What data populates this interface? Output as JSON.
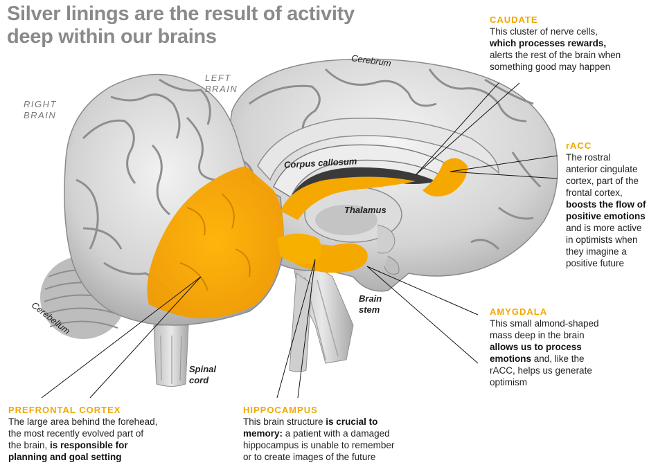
{
  "title": {
    "line1": "Silver linings are the result of activity",
    "line2": "deep within our brains"
  },
  "region_labels": {
    "right_brain_1": "RIGHT",
    "right_brain_2": "BRAIN",
    "left_brain_1": "LEFT",
    "left_brain_2": "BRAIN"
  },
  "structure_labels": {
    "cerebrum": "Cerebrum",
    "corpus_callosum": "Corpus callosum",
    "thalamus": "Thalamus",
    "cerebellum": "Cerebellum",
    "brain_stem_1": "Brain",
    "brain_stem_2": "stem",
    "spinal_cord_1": "Spinal",
    "spinal_cord_2": "cord"
  },
  "callouts": {
    "caudate": {
      "heading": "CAUDATE",
      "line1": "This cluster of nerve cells,",
      "line2_bold": "which processes rewards,",
      "line3": "alerts the rest of the brain when",
      "line4": "something good may happen"
    },
    "racc": {
      "heading": "rACC",
      "line1": "The rostral",
      "line2": "anterior cingulate",
      "line3": "cortex, part of the",
      "line4": "frontal cortex,",
      "line5_bold": "boosts the flow of",
      "line6_bold": "positive emotions",
      "line7": "and is more active",
      "line8": "in optimists when",
      "line9": "they imagine a",
      "line10": "positive future"
    },
    "amygdala": {
      "heading": "AMYGDALA",
      "line1": "This small almond-shaped",
      "line2": "mass deep in the brain",
      "line3_bold": "allows us to process",
      "line4_bold": "emotions",
      "line4_rest": " and, like the",
      "line5": "rACC, helps us generate",
      "line6": "optimism"
    },
    "prefrontal": {
      "heading": "PREFRONTAL CORTEX",
      "line1": "The large area behind the forehead,",
      "line2": "the most recently evolved part of",
      "line3_start": "the brain, ",
      "line3_bold": "is responsible for",
      "line4_bold": "planning and goal setting"
    },
    "hippocampus": {
      "heading": "HIPPOCAMPUS",
      "line1_start": "This brain structure ",
      "line1_bold": "is crucial to",
      "line2_bold": "memory:",
      "line2_rest": " a patient with a damaged",
      "line3": "hippocampus is unable to remember",
      "line4": "or to create images of the future"
    }
  },
  "colors": {
    "highlight": "#f5a800",
    "heading": "#f0a800",
    "brain_gray": "#c8c8c8",
    "sulcus": "#8e8e8e",
    "title_gray": "#8a8a8a"
  }
}
